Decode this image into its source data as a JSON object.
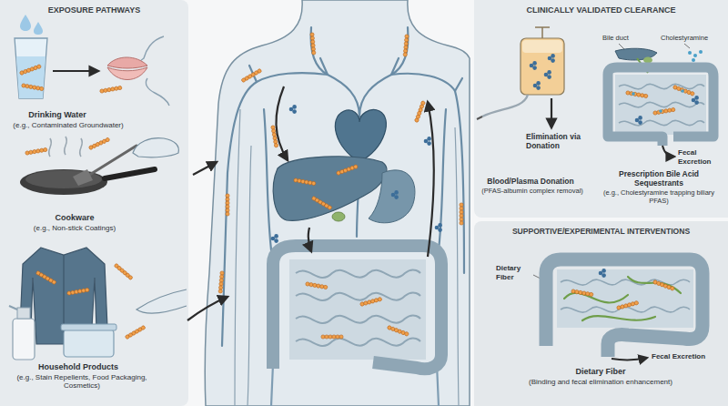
{
  "diagram": {
    "nodes": [
      {
        "text": [
          "EXPOSURE PATHWAYS"
        ]
      },
      {
        "text": [
          "CLINICALLY VALIDATED CLEARANCE"
        ]
      },
      {
        "text": [
          "SUPPORTIVE/EXPERIMENTAL INTERVENTIONS"
        ]
      }
    ],
    "labels": [
      "Drinking Water",
      "(e.g., Contaminated Groundwater)",
      "Cookware",
      "(e.g., Non-stick Coatings)",
      "Household Products",
      "(e.g., Stain Repellents, Food Packaging, Cosmetics)",
      "Elimination via Donation",
      "Blood/Plasma Donation",
      "(PFAS-albumin complex removal)",
      "Bile duct",
      "Cholestyramine",
      "Fecal Excretion",
      "Prescription Bile Acid Sequestrants",
      "(e.g., Cholestyramine trapping biliary PFAS)",
      "Dietary Fiber",
      "Fecal Excretion",
      "Dietary Fiber",
      "(Binding and fecal elimination enhancement)"
    ]
  }
}
